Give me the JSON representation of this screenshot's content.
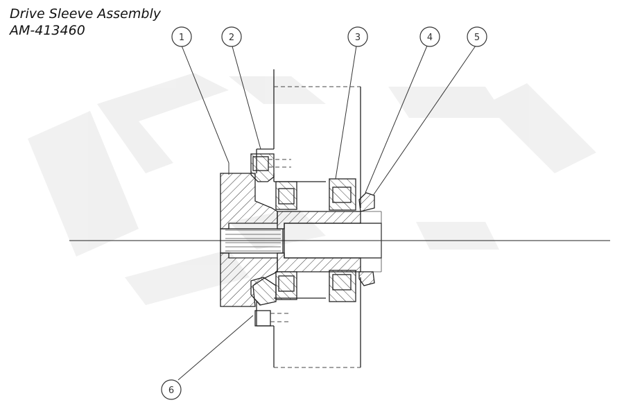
{
  "title": {
    "line1": "Drive Sleeve Assembly",
    "line2": "AM-413460"
  },
  "callouts": [
    {
      "id": "1",
      "label": "1"
    },
    {
      "id": "2",
      "label": "2"
    },
    {
      "id": "3",
      "label": "3"
    },
    {
      "id": "4",
      "label": "4"
    },
    {
      "id": "5",
      "label": "5"
    },
    {
      "id": "6",
      "label": "6"
    }
  ],
  "watermark": {
    "icon": "watermark-logo-icon",
    "color": "#efefef"
  }
}
